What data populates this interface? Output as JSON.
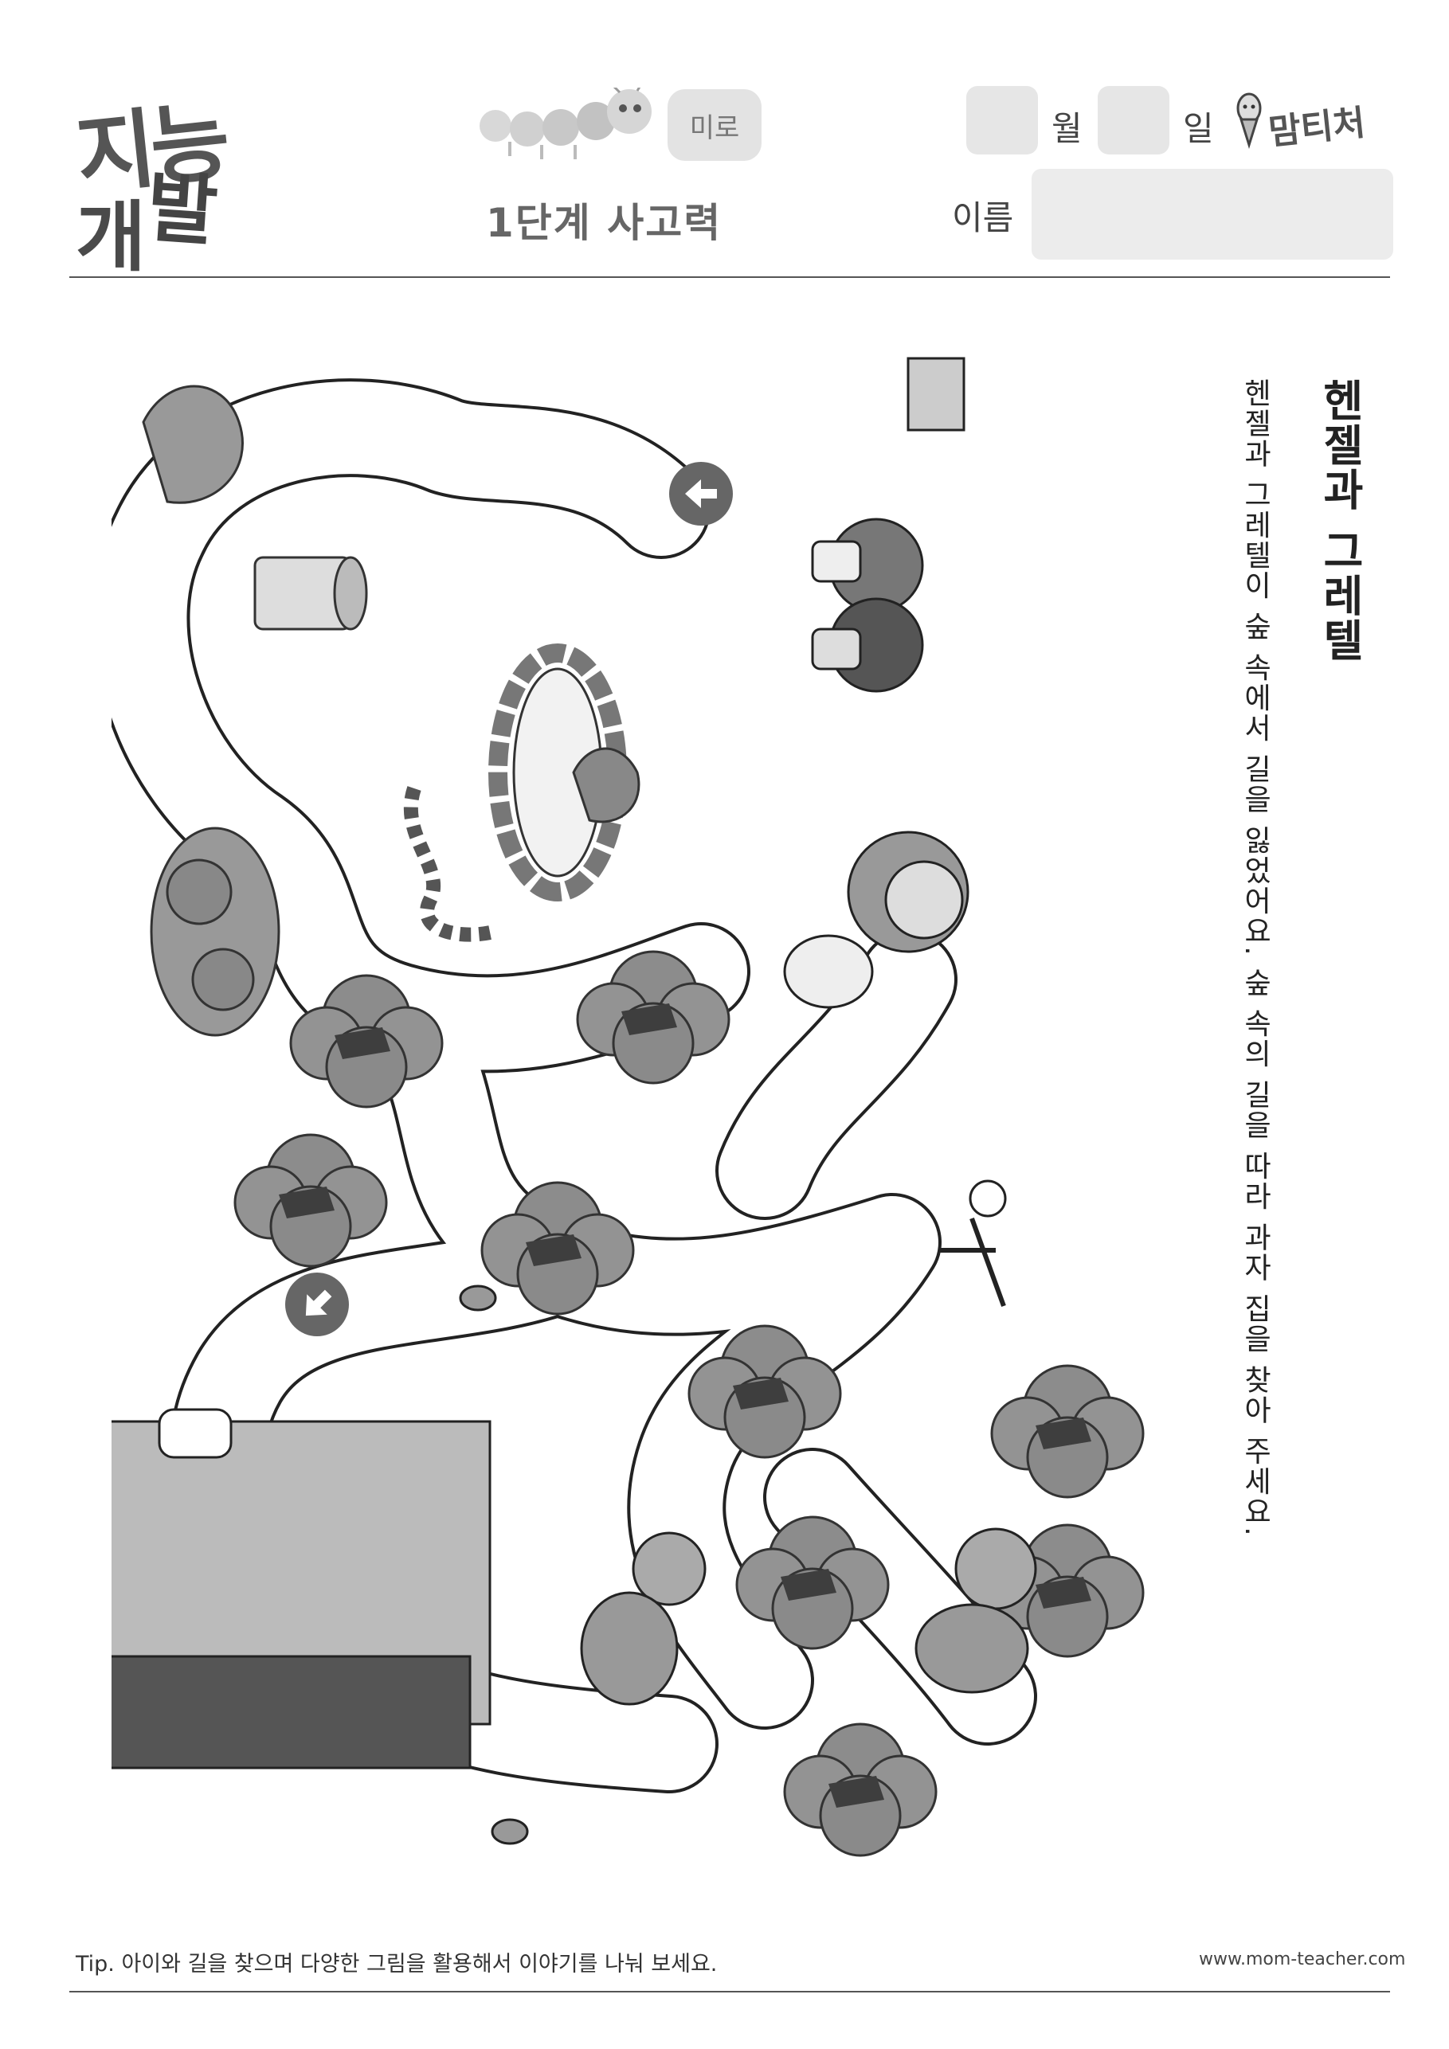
{
  "header": {
    "logo_line1": "지능",
    "logo_line2": "발",
    "logo_line3": "개",
    "mode_badge": "미로",
    "level_title": "1단계 사고력",
    "date_month_label": "월",
    "date_day_label": "일",
    "name_label": "이름",
    "name_value": "",
    "brand_name": "맘티처"
  },
  "worksheet": {
    "title": "헨젤과 그레텔",
    "instruction": "헨젤과 그레텔이 숲 속에서 길을 잃었어요. 숲 속의 길을 따라 과자 집을 찾아 주세요."
  },
  "footer": {
    "tip": "Tip. 아이와 길을 찾으며 다양한 그림을 활용해서 이야기를 나눠 보세요.",
    "url": "www.mom-teacher.com"
  },
  "colors": {
    "text": "#222222",
    "badge_bg": "#e3e3e3",
    "box_bg": "#e6e6e6",
    "tree": "#8a8a8a",
    "trunk": "#3e3e3e"
  },
  "icons": [
    "caterpillar-icon",
    "pencil-mascot-icon",
    "start-arrow-icon",
    "end-arrow-icon"
  ]
}
